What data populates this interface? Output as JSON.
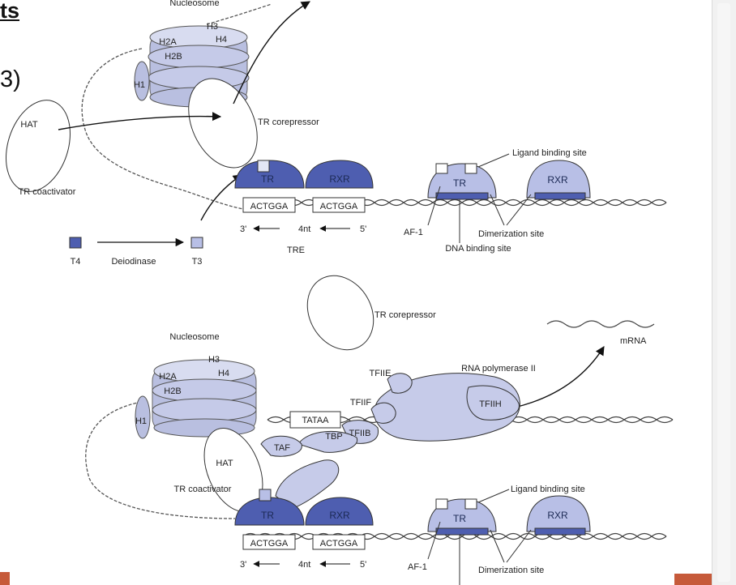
{
  "slide": {
    "heading_fragment_top": "ts",
    "heading_fragment_mid": "3)",
    "accent_color": "#c65a3a"
  },
  "colors": {
    "protein_dark": "#4e5eb0",
    "protein_light": "#b8bfe6",
    "pol_fill": "#c6cbe9",
    "outline": "#333333"
  },
  "top_panel": {
    "nucleosome": "Nucleosome",
    "histones": [
      "H3",
      "H4",
      "H2A",
      "H2B",
      "H1"
    ],
    "hat": "HAT",
    "tr_coactivator": "TR coactivator",
    "tr_corepressor": "TR corepressor",
    "tr": "TR",
    "rxr": "RXR",
    "sequence_left": "ACTGGA",
    "sequence_right": "ACTGGA",
    "prime3": "3'",
    "spacer": "4nt",
    "prime5": "5'",
    "tre": "TRE",
    "tr_detail": "TR",
    "rxr_detail": "RXR",
    "ligand_binding_site": "Ligand binding site",
    "af1": "AF-1",
    "dimerization_site": "Dimerization site",
    "dna_binding_site": "DNA binding site",
    "t4": "T4",
    "deiodinase": "Deiodinase",
    "t3": "T3"
  },
  "bottom_panel": {
    "tr_corepressor": "TR corepressor",
    "mrna": "mRNA",
    "nucleosome": "Nucleosome",
    "histones": [
      "H3",
      "H4",
      "H2A",
      "H2B",
      "H1"
    ],
    "tfiie": "TFIIE",
    "rna_polymerase": "RNA polymerase II",
    "tfiif": "TFIIF",
    "tfiih": "TFIIH",
    "tataa": "TATAA",
    "tbp": "TBP",
    "tfiib": "TFIIB",
    "taf": "TAF",
    "hat": "HAT",
    "tr_coactivator": "TR coactivator",
    "tr": "TR",
    "rxr": "RXR",
    "sequence_left": "ACTGGA",
    "sequence_right": "ACTGGA",
    "prime3": "3'",
    "spacer": "4nt",
    "prime5": "5'",
    "tr_detail": "TR",
    "rxr_detail": "RXR",
    "ligand_binding_site": "Ligand binding site",
    "af1": "AF-1",
    "dimerization_site": "Dimerization site"
  }
}
